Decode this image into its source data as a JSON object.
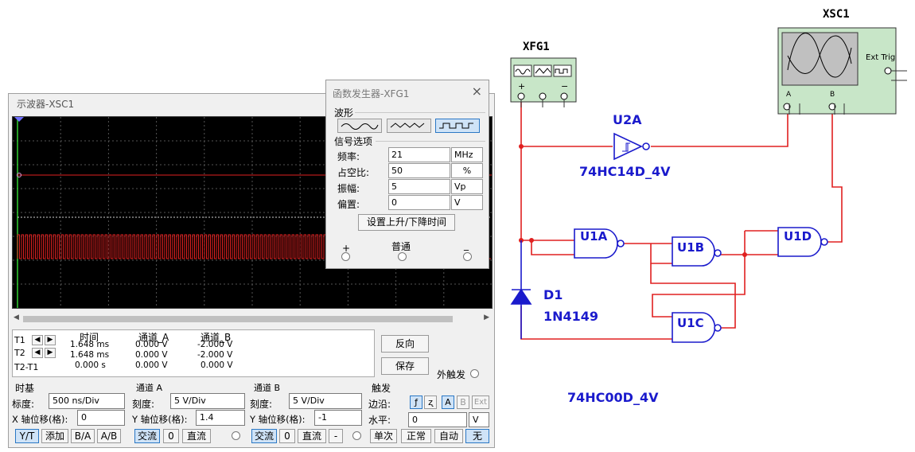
{
  "colors": {
    "wire": "#e02020",
    "blue": "#1a1acc",
    "trace": "#e02020",
    "instrument_bg": "#c8e6c8",
    "screen_bg": "#000000"
  },
  "scope": {
    "title": "示波器-XSC1",
    "readout": {
      "headers": [
        "时间",
        "通道_A",
        "通道_B"
      ],
      "rows": [
        {
          "label": "T1",
          "time": "1.648 ms",
          "a": "0.000 V",
          "b": "-2.000 V"
        },
        {
          "label": "T2",
          "time": "1.648 ms",
          "a": "0.000 V",
          "b": "-2.000 V"
        },
        {
          "label": "T2-T1",
          "time": "0.000 s",
          "a": "0.000 V",
          "b": "0.000 V"
        }
      ]
    },
    "reverse_label": "反向",
    "save_label": "保存",
    "ext_trigger_label": "外触发",
    "timebase": {
      "title": "时基",
      "scale_label": "标度:",
      "scale_value": "500 ns/Div",
      "xpos_label": "X 轴位移(格):",
      "xpos_value": "0",
      "buttons": [
        "Y/T",
        "添加",
        "B/A",
        "A/B"
      ]
    },
    "channel_a": {
      "title": "通道 A",
      "scale_label": "刻度:",
      "scale_value": "5  V/Div",
      "ypos_label": "Y 轴位移(格):",
      "ypos_value": "1.4",
      "buttons": [
        "交流",
        "0",
        "直流"
      ]
    },
    "channel_b": {
      "title": "通道 B",
      "scale_label": "刻度:",
      "scale_value": "5  V/Div",
      "ypos_label": "Y 轴位移(格):",
      "ypos_value": "-1",
      "buttons": [
        "交流",
        "0",
        "直流",
        "-"
      ]
    },
    "trigger": {
      "title": "触发",
      "edge_label": "边沿:",
      "edge_buttons": [
        "ƒ",
        "ʐ",
        "A",
        "B",
        "Ext"
      ],
      "level_label": "水平:",
      "level_value": "0",
      "level_unit": "V",
      "mode_buttons": [
        "单次",
        "正常",
        "自动",
        "无"
      ]
    }
  },
  "fgen": {
    "title": "函数发生器-XFG1",
    "close": "×",
    "waveform_label": "波形",
    "options_label": "信号选项",
    "params": [
      {
        "label": "频率:",
        "value": "21",
        "unit": "MHz"
      },
      {
        "label": "占空比:",
        "value": "50",
        "unit": "%"
      },
      {
        "label": "振幅:",
        "value": "5",
        "unit": "Vp"
      },
      {
        "label": "偏置:",
        "value": "0",
        "unit": "V"
      }
    ],
    "rise_fall_button": "设置上升/下降时间",
    "plus": "+",
    "common": "普通",
    "minus": "_"
  },
  "schematic": {
    "xfg1": "XFG1",
    "xsc1": "XSC1",
    "ext_trig": "Ext Trig",
    "ch_a": "A",
    "ch_b": "B",
    "u2a": "U2A",
    "u2a_part": "74HC14D_4V",
    "u1a": "U1A",
    "u1b": "U1B",
    "u1c": "U1C",
    "u1d": "U1D",
    "d1": "D1",
    "d1_part": "1N4149",
    "nand_part": "74HC00D_4V"
  }
}
